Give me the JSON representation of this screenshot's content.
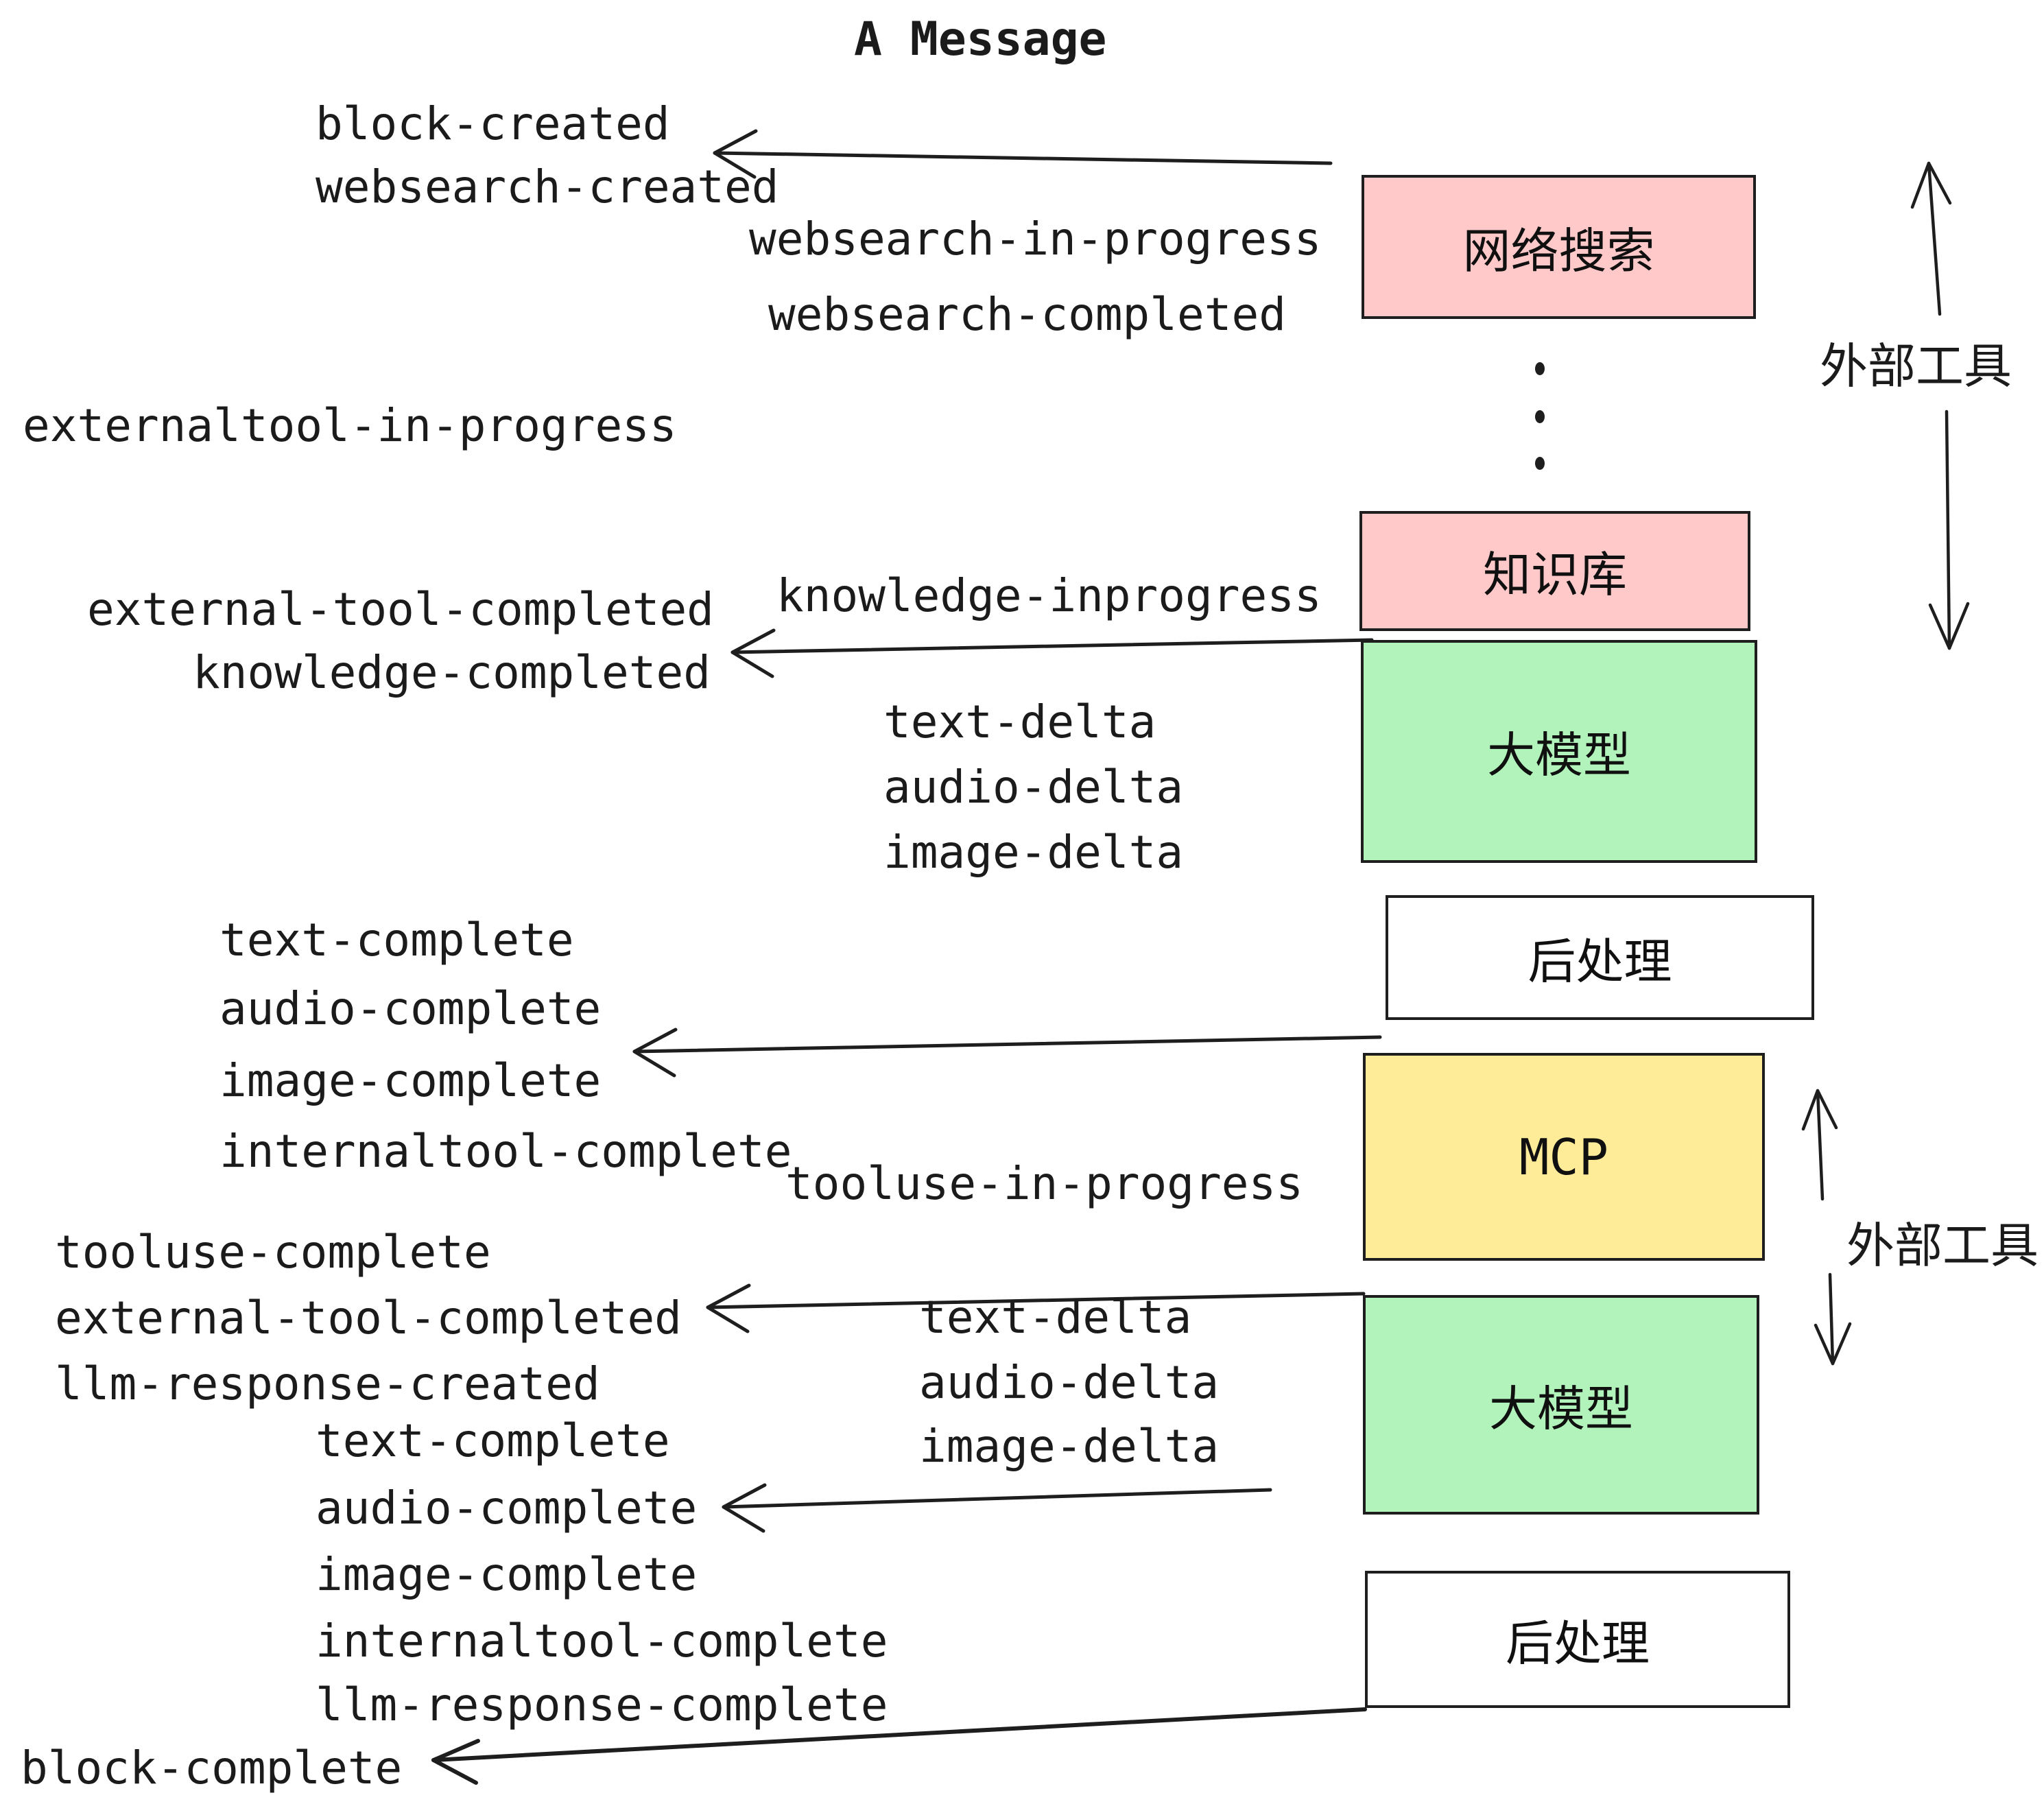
{
  "title": "A Message",
  "colors": {
    "box_pink": "#ffc9c9",
    "box_green": "#b2f2bb",
    "box_yellow": "#ffec99",
    "box_white": "#ffffff",
    "stroke": "#1e1e1e",
    "text": "#1b1b1b"
  },
  "boxes": [
    {
      "id": "websearch",
      "label": "网络搜索",
      "fill": "#ffc9c9"
    },
    {
      "id": "knowledge",
      "label": "知识库",
      "fill": "#ffc9c9"
    },
    {
      "id": "llm-1",
      "label": "大模型",
      "fill": "#b2f2bb"
    },
    {
      "id": "post-1",
      "label": "后处理",
      "fill": "#ffffff"
    },
    {
      "id": "mcp",
      "label": "MCP",
      "fill": "#ffec99"
    },
    {
      "id": "llm-2",
      "label": "大模型",
      "fill": "#b2f2bb"
    },
    {
      "id": "post-2",
      "label": "后处理",
      "fill": "#ffffff"
    }
  ],
  "side_labels": {
    "external_tools_top": "外部工具",
    "external_tools_middle": "外部工具"
  },
  "events": {
    "block_created": "block-created",
    "websearch_created": "websearch-created",
    "websearch_in_progress": "websearch-in-progress",
    "websearch_completed": "websearch-completed",
    "externaltool_in_progress": "externaltool-in-progress",
    "knowledge_inprogress": "knowledge-inprogress",
    "external_tool_completed": "external-tool-completed",
    "knowledge_completed": "knowledge-completed",
    "text_delta_1": "text-delta",
    "audio_delta_1": "audio-delta",
    "image_delta_1": "image-delta",
    "text_complete_1": "text-complete",
    "audio_complete_1": "audio-complete",
    "image_complete_1": "image-complete",
    "internaltool_complete_1": "internaltool-complete",
    "tooluse_in_progress": "tooluse-in-progress",
    "tooluse_complete": "tooluse-complete",
    "external_tool_completed_2": "external-tool-completed",
    "llm_response_created": "llm-response-created",
    "text_delta_2": "text-delta",
    "audio_delta_2": "audio-delta",
    "image_delta_2": "image-delta",
    "text_complete_2": "text-complete",
    "audio_complete_2": "audio-complete",
    "image_complete_2": "image-complete",
    "internaltool_complete_2": "internaltool-complete",
    "llm_response_complete": "llm-response-complete",
    "block_complete": "block-complete"
  }
}
